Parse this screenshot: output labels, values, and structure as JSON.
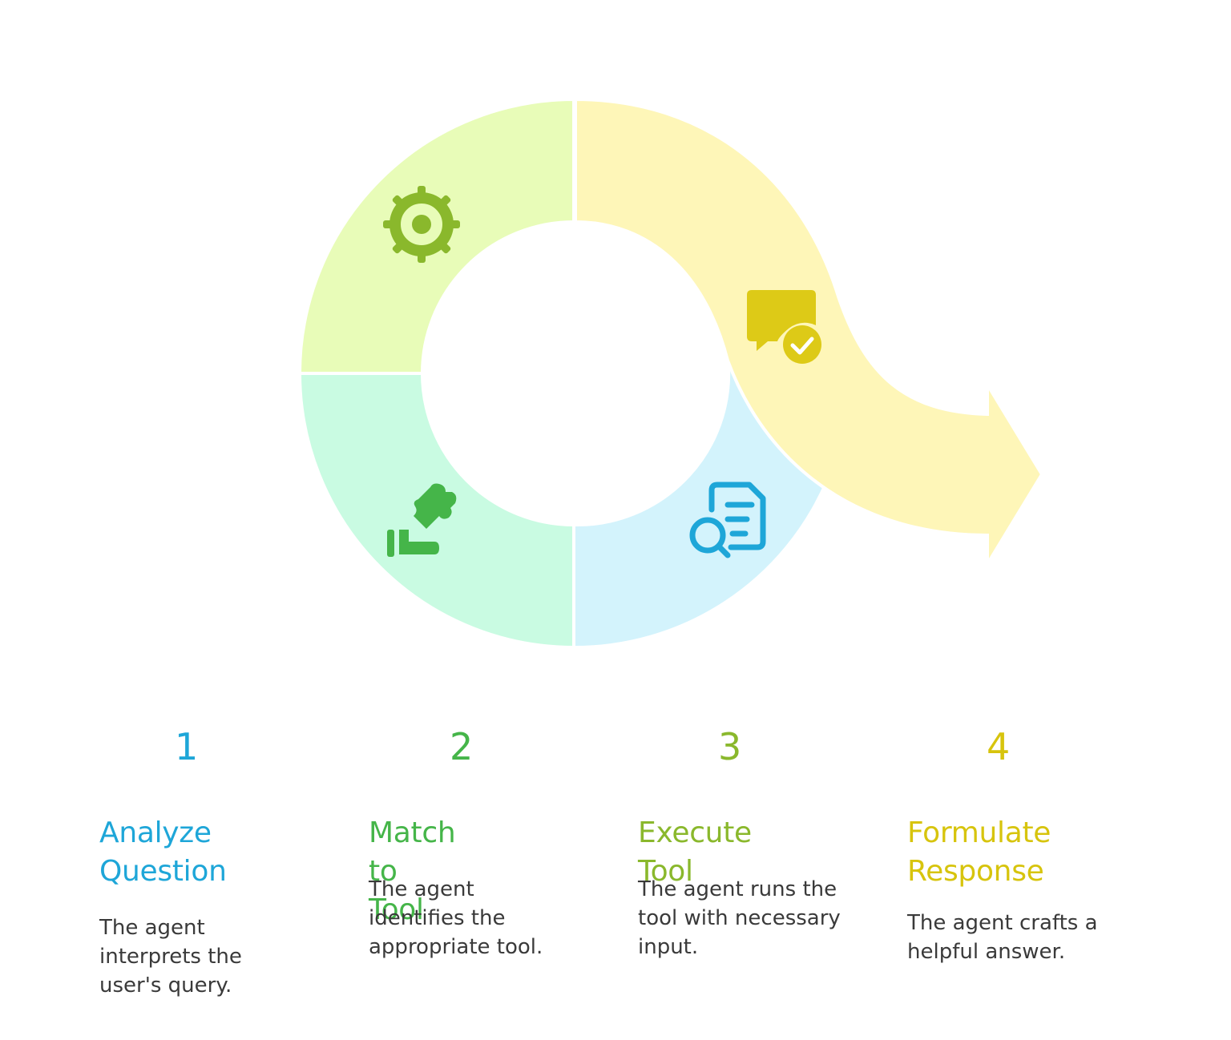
{
  "colors": {
    "segment_lime_fill": "#e8fcb8",
    "segment_yellow_fill": "#fef6b8",
    "segment_mint_fill": "#c9fbe2",
    "segment_blue_fill": "#d3f3fc",
    "icon_gear": "#8ab82c",
    "icon_chat_check": "#ddca17",
    "icon_puzzle": "#45b549",
    "icon_doc_search": "#1ea6d8",
    "text_body": "#3a3a3a"
  },
  "steps": [
    {
      "number": "1",
      "title": "Analyze Question",
      "title_lines": [
        "Analyze",
        "Question"
      ],
      "description_lines": [
        "The agent",
        "interprets the",
        "user's query."
      ],
      "color": "#1ea6d8"
    },
    {
      "number": "2",
      "title": "Match to Tool",
      "title_lines": [
        "Match to Tool"
      ],
      "description_lines": [
        "The agent",
        "identifies the",
        "appropriate tool."
      ],
      "color": "#45b549"
    },
    {
      "number": "3",
      "title": "Execute Tool",
      "title_lines": [
        "Execute Tool"
      ],
      "description_lines": [
        "The agent runs the",
        "tool with necessary",
        "input."
      ],
      "color": "#8ab82c"
    },
    {
      "number": "4",
      "title": "Formulate Response",
      "title_lines": [
        "Formulate",
        "Response"
      ],
      "description_lines": [
        "The agent crafts a",
        "helpful answer."
      ],
      "color": "#d7c40d"
    }
  ],
  "icons": {
    "gear": "gear-icon",
    "chat_check": "chat-check-icon",
    "puzzle_hand": "puzzle-hand-icon",
    "document_search": "document-search-icon"
  }
}
